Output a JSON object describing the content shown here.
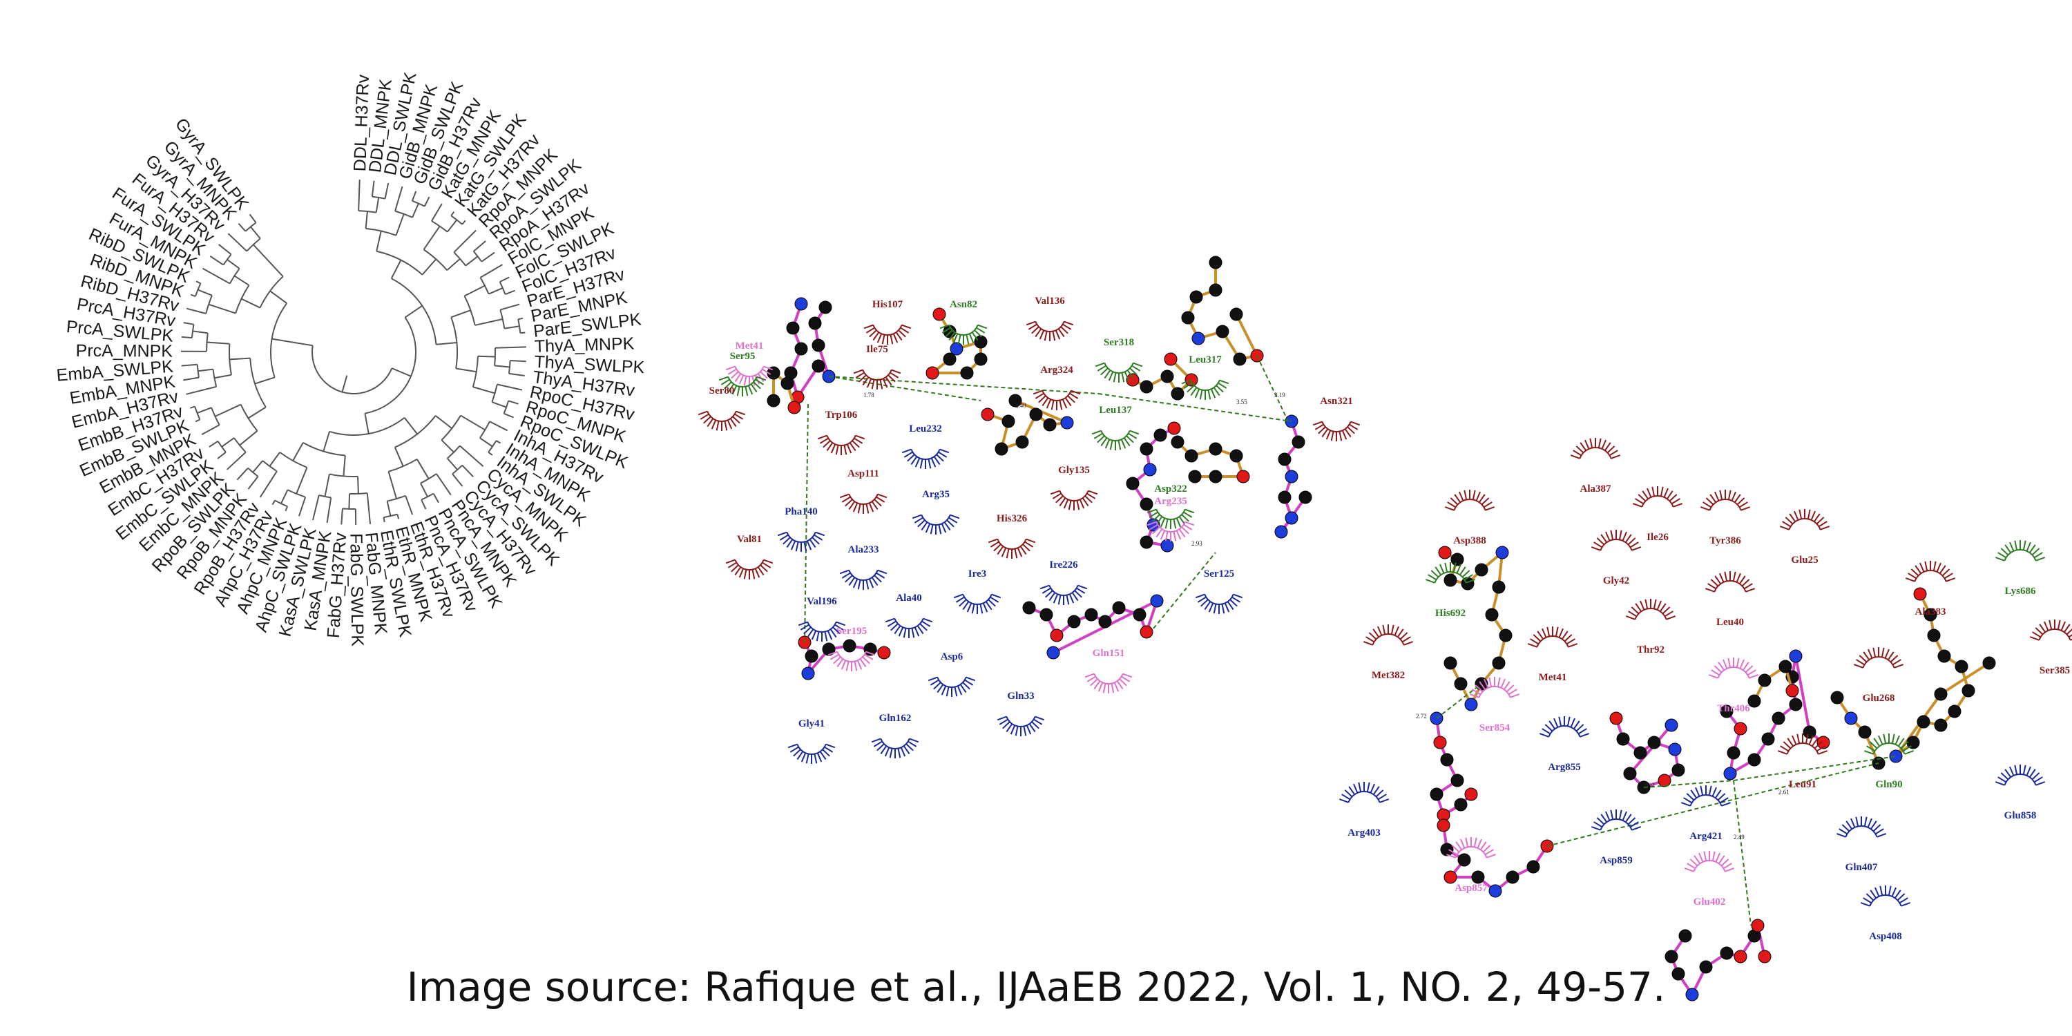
{
  "tree": {
    "leaves": [
      "DDL_H37Rv",
      "DDL_MNPK",
      "DDL_SWLPK",
      "GidB_MNPK",
      "GidB_SWLPK",
      "GidB_H37Rv",
      "KatG_MNPK",
      "KatG_SWLPK",
      "KatG_H37Rv",
      "RpoA_MNPK",
      "RpoA_SWLPK",
      "RpoA_H37Rv",
      "FolC_MNPK",
      "FolC_SWLPK",
      "FolC_H37Rv",
      "ParE_H37Rv",
      "ParE_MNPK",
      "ParE_SWLPK",
      "ThyA_MNPK",
      "ThyA_SWLPK",
      "ThyA_H37Rv",
      "RpoC_H37Rv",
      "RpoC_MNPK",
      "RpoC_SWLPK",
      "InhA_H37Rv",
      "InhA_MNPK",
      "InhA_SWLPK",
      "CycA_MNPK",
      "CycA_SWLPK",
      "CycA_H37Rv",
      "PncA_MNPK",
      "PncA_SWLPK",
      "PncA_H37Rv",
      "EthR_H37Rv",
      "EthR_MNPK",
      "EthR_SWLPK",
      "FabG_MNPK",
      "FabG_SWLPK",
      "FabG_H37Rv",
      "KasA_MNPK",
      "KasA_SWLPK",
      "AhpC_SWLPK",
      "AhpC_MNPK",
      "AhpC_H37Rv",
      "RpoB_H37Rv",
      "RpoB_MNPK",
      "RpoB_SWLPK",
      "EmbC_MNPK",
      "EmbC_SWLPK",
      "EmbC_H37Rv",
      "EmbB_MNPK",
      "EmbB_SWLPK",
      "EmbB_H37Rv",
      "EmbA_H37Rv",
      "EmbA_MNPK",
      "EmbA_SWLPK",
      "PrcA_MNPK",
      "PrcA_SWLPK",
      "PrcA_H37Rv",
      "RibD_H37Rv",
      "RibD_MNPK",
      "RibD_SWLPK",
      "FurA_MNPK",
      "FurA_SWLPK",
      "FurA_H37Rv",
      "GyrA_H37Rv",
      "GyrA_MNPK",
      "GyrA_SWLPK"
    ]
  },
  "panel_a": {
    "residues": [
      {
        "label": "His107",
        "color": "dark"
      },
      {
        "label": "Asn82",
        "color": "green"
      },
      {
        "label": "Val136",
        "color": "dark"
      },
      {
        "label": "Met41",
        "color": "pink"
      },
      {
        "label": "Ser95",
        "color": "green"
      },
      {
        "label": "Ile75",
        "color": "dark"
      },
      {
        "label": "Arg324",
        "color": "dark"
      },
      {
        "label": "Ser318",
        "color": "green"
      },
      {
        "label": "Leu317",
        "color": "green"
      },
      {
        "label": "Ser80",
        "color": "dark"
      },
      {
        "label": "Asn321",
        "color": "dark"
      },
      {
        "label": "Trp106",
        "color": "dark"
      },
      {
        "label": "Leu232",
        "color": "blue"
      },
      {
        "label": "Leu137",
        "color": "green"
      },
      {
        "label": "Asp111",
        "color": "dark"
      },
      {
        "label": "Gly135",
        "color": "dark"
      },
      {
        "label": "Arg35",
        "color": "blue"
      },
      {
        "label": "Asp322",
        "color": "green"
      },
      {
        "label": "Arg235",
        "color": "pink"
      },
      {
        "label": "Pha140",
        "color": "blue"
      },
      {
        "label": "His326",
        "color": "dark"
      },
      {
        "label": "Val81",
        "color": "dark"
      },
      {
        "label": "Ala233",
        "color": "blue"
      },
      {
        "label": "Ire3",
        "color": "blue"
      },
      {
        "label": "Ire226",
        "color": "blue"
      },
      {
        "label": "Ser125",
        "color": "blue"
      },
      {
        "label": "Ala40",
        "color": "blue"
      },
      {
        "label": "Val196",
        "color": "blue"
      },
      {
        "label": "Ser195",
        "color": "pink"
      },
      {
        "label": "Gln151",
        "color": "pink"
      },
      {
        "label": "Asp6",
        "color": "blue"
      },
      {
        "label": "Gln33",
        "color": "blue"
      },
      {
        "label": "Gly41",
        "color": "blue"
      },
      {
        "label": "Gln162",
        "color": "blue"
      }
    ],
    "distances": [
      "1.78",
      "2.40",
      "3.55",
      "3.19",
      "2.93"
    ]
  },
  "panel_b": {
    "residues": [
      {
        "label": "Asp388",
        "color": "dark"
      },
      {
        "label": "Ala387",
        "color": "dark"
      },
      {
        "label": "Ile26",
        "color": "dark"
      },
      {
        "label": "Tyr386",
        "color": "dark"
      },
      {
        "label": "Glu25",
        "color": "dark"
      },
      {
        "label": "Gly42",
        "color": "dark"
      },
      {
        "label": "Lys686",
        "color": "green"
      },
      {
        "label": "Ala383",
        "color": "dark"
      },
      {
        "label": "His692",
        "color": "green"
      },
      {
        "label": "Leu40",
        "color": "dark"
      },
      {
        "label": "Met382",
        "color": "dark"
      },
      {
        "label": "Met41",
        "color": "dark"
      },
      {
        "label": "Thr92",
        "color": "dark"
      },
      {
        "label": "Thr406",
        "color": "pink"
      },
      {
        "label": "Ser385",
        "color": "dark"
      },
      {
        "label": "Glu268",
        "color": "dark"
      },
      {
        "label": "Ser854",
        "color": "pink"
      },
      {
        "label": "Arg855",
        "color": "blue"
      },
      {
        "label": "Leu91",
        "color": "dark"
      },
      {
        "label": "Gln90",
        "color": "green"
      },
      {
        "label": "Glu858",
        "color": "blue"
      },
      {
        "label": "Arg403",
        "color": "blue"
      },
      {
        "label": "Arg421",
        "color": "blue"
      },
      {
        "label": "Asp859",
        "color": "blue"
      },
      {
        "label": "Asp857",
        "color": "pink"
      },
      {
        "label": "Gln407",
        "color": "blue"
      },
      {
        "label": "Glu402",
        "color": "pink"
      },
      {
        "label": "Asp408",
        "color": "blue"
      }
    ],
    "distances": [
      "2.72",
      "3.02",
      "2.61",
      "2.49"
    ]
  },
  "caption": "Image source: Rafique et al., IJAaEB 2022, Vol. 1, NO. 2, 49-57.",
  "colors": {
    "dark_red": "#8b1a1a",
    "pink": "#e070d0",
    "green": "#2e7d22",
    "blue": "#1a2a9a",
    "bond_orange": "#c8902a",
    "bond_magenta": "#d040c0",
    "atom_c": "#111111",
    "atom_n": "#1d3ddb",
    "atom_o": "#e01818",
    "hbond": "#2f7a1a"
  }
}
